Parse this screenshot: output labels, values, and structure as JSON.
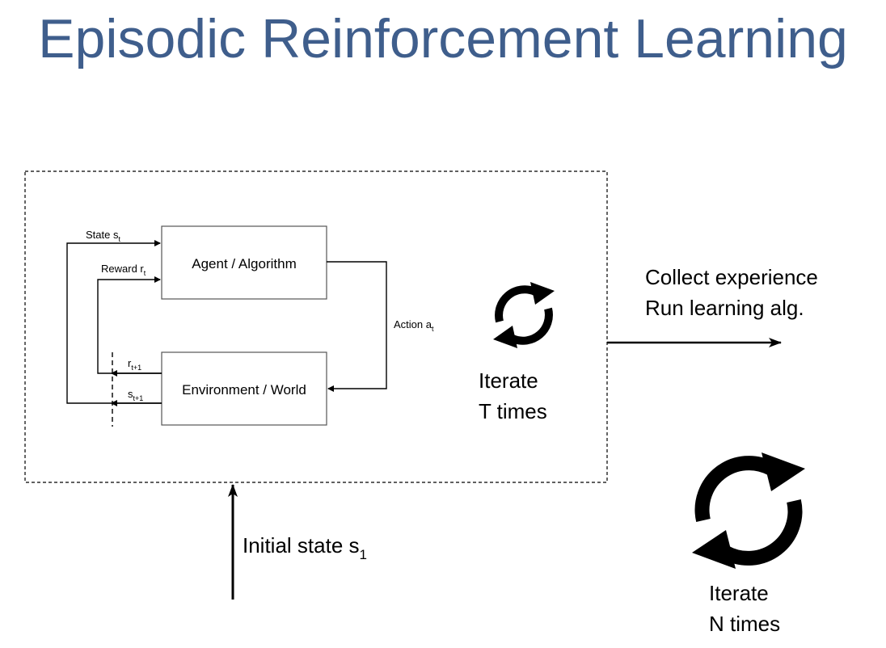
{
  "title": "Episodic Reinforcement Learning",
  "inner_loop": {
    "agent_box": "Agent / Algorithm",
    "environment_box": "Environment / World",
    "state_label": "State s",
    "state_sub": "t",
    "reward_label": "Reward r",
    "reward_sub": "t",
    "action_label": "Action a",
    "action_sub": "t",
    "next_reward_label": "r",
    "next_reward_sub": "t+1",
    "next_state_label": "s",
    "next_state_sub": "t+1"
  },
  "iterate_t": {
    "line1": "Iterate",
    "line2": "T times",
    "icon": "cycle-arrows-icon"
  },
  "output": {
    "line1": "Collect experience",
    "line2": "Run learning alg."
  },
  "input": {
    "label": "Initial state s",
    "sub": "1"
  },
  "iterate_n": {
    "line1": "Iterate",
    "line2": "N times",
    "icon": "cycle-arrows-icon"
  },
  "colors": {
    "title": "#3f5e8c",
    "lines": "#000000"
  }
}
